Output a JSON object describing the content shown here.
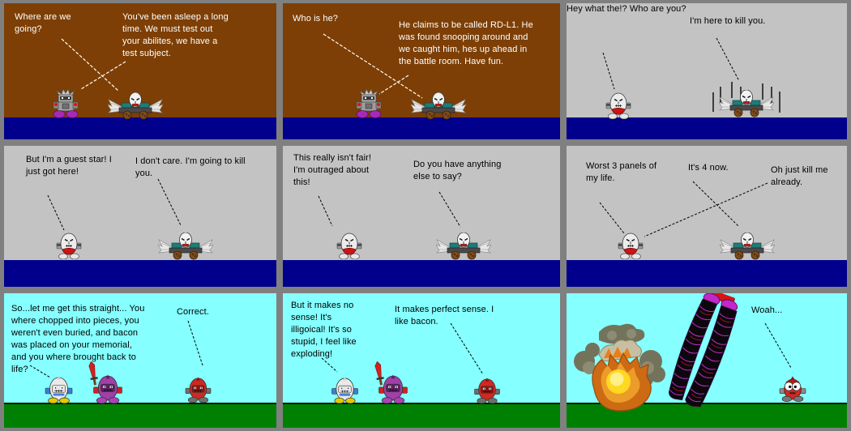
{
  "comic": {
    "panels": [
      {
        "name": "panel-1",
        "speeches": [
          "Where are we going?",
          "You've been asleep a long time. We must test out your abilites, we have a test subject."
        ]
      },
      {
        "name": "panel-2",
        "speeches": [
          "Who is he?",
          "He claims to be called RD-L1. He was found snooping around and we caught him, hes up ahead in the battle room. Have fun."
        ]
      },
      {
        "name": "panel-3",
        "speeches": [
          "Hey what the!? Who are you?",
          "I'm here to kill you."
        ]
      },
      {
        "name": "panel-4",
        "speeches": [
          "But I'm a guest star! I just got here!",
          "I don't care. I'm going to kill you."
        ]
      },
      {
        "name": "panel-5",
        "speeches": [
          "This really isn't fair! I'm outraged about this!",
          "Do you have anything else to say?"
        ]
      },
      {
        "name": "panel-6",
        "speeches": [
          "Worst 3 panels of my life.",
          "It's 4 now.",
          "Oh just kill me already."
        ]
      },
      {
        "name": "panel-7",
        "speeches": [
          "So...let me get this straight... You where chopped into pieces, you weren't even buried, and bacon was placed on your memorial, and you where brought back to life?",
          "Correct."
        ]
      },
      {
        "name": "panel-8",
        "speeches": [
          "But it makes no sense! It's illigoical! It's so stupid, I feel like exploding!",
          "It makes perfect sense. I like bacon."
        ]
      },
      {
        "name": "panel-9",
        "speeches": [
          "Woah..."
        ]
      }
    ]
  },
  "sprites": {
    "gray_robot": "gray-spiky-robot",
    "winged_cart": "winged-skull-cart",
    "skull_red_guy": "skull-robot-red-belly",
    "caged_cart_lines": "shake-lines",
    "egg_white": "white-egg-robot",
    "egg_purple": "purple-egg-robot-with-sword",
    "egg_red": "red-egg-robot",
    "shocked_red": "shocked-red-robot",
    "explosion": "explosion-fireball",
    "giant_legs": "giant-purple-striped-legs"
  },
  "colors": {
    "gutter": "#808080",
    "row1_bg": "#7d3f05",
    "row2_bg": "#c3c3c3",
    "row3_bg": "#85ffff",
    "floor_rows_1_2": "#00008c",
    "floor_row_3": "#008002",
    "text_row1": "#ffffff",
    "text_rows_2_3": "#000000"
  }
}
